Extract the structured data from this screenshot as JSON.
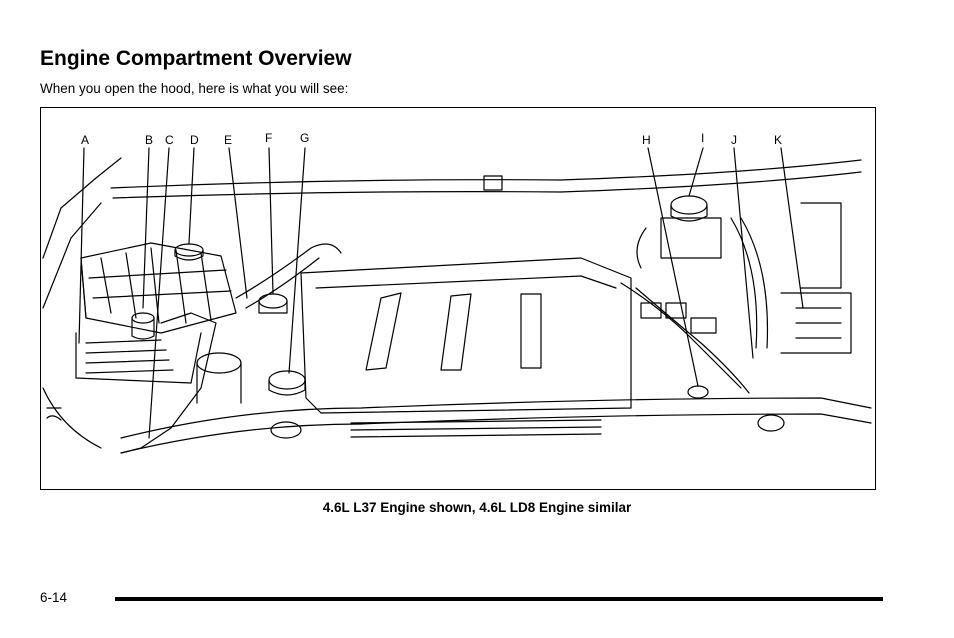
{
  "page": {
    "title": "Engine Compartment Overview",
    "intro": "When you open the hood, here is what you will see:",
    "caption": "4.6L L37 Engine shown, 4.6L LD8 Engine similar",
    "page_number": "6-14"
  },
  "figure": {
    "callouts": [
      "A",
      "B",
      "C",
      "D",
      "E",
      "F",
      "G",
      "H",
      "I",
      "J",
      "K"
    ]
  }
}
